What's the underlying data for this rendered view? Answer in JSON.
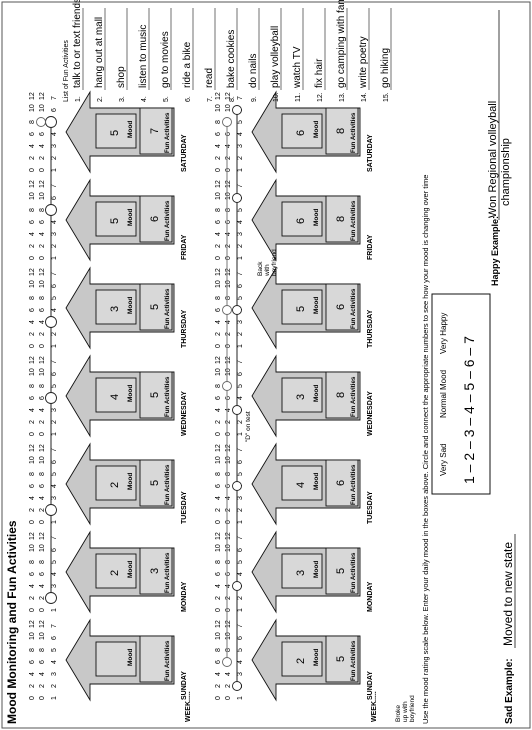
{
  "title": "Mood Monitoring and Fun Activities",
  "week_label": "WEEK",
  "days": [
    "SUNDAY",
    "MONDAY",
    "TUESDAY",
    "WEDNESDAY",
    "THURSDAY",
    "FRIDAY",
    "SATURDAY"
  ],
  "box_labels": {
    "mood": "Mood",
    "fun": "Fun Activities"
  },
  "scale_ticks": {
    "mood": [
      "1",
      "2",
      "3",
      "4",
      "5",
      "6",
      "7"
    ],
    "fun": [
      "0",
      "2",
      "4",
      "6",
      "8",
      "10",
      "12"
    ]
  },
  "weeks": [
    {
      "mood": [
        "",
        "2",
        "2",
        "4",
        "3",
        "5",
        "5"
      ],
      "fun": [
        "",
        "3",
        "5",
        "5",
        "5",
        "6",
        "7"
      ]
    },
    {
      "mood": [
        "2",
        "3",
        "4",
        "3",
        "5",
        "6",
        "6"
      ],
      "fun": [
        "5",
        "5",
        "6",
        "8",
        "6",
        "8",
        "8"
      ]
    }
  ],
  "annotations": [
    {
      "text": "Broke up with boyfriend"
    },
    {
      "text": "\"D\" on test"
    },
    {
      "text": "Back with boyfriend"
    }
  ],
  "instructions": "Use the mood rating scale below. Enter your daily mood in the boxes above. Circle and connect the appropriate numbers to see how your mood is changing over time",
  "rating_scale": {
    "very_sad": "Very Sad",
    "normal": "Normal Mood",
    "very_happy": "Very Happy",
    "sequence": "1 – 2 – 3 – 4 – 5 – 6 – 7"
  },
  "sad_example": {
    "label": "Sad Example:",
    "text": "Moved to new state"
  },
  "happy_example": {
    "label": "Happy Example:",
    "text": "Won Regional volleyball championship"
  },
  "activities": {
    "heading": "List of Fun Activities",
    "items": [
      "talk to or text friends",
      "hang out at mall",
      "shop",
      "listen to music",
      "go to movies",
      "ride a bike",
      "read",
      "bake cookies",
      "do nails",
      "play volleyball",
      "watch TV",
      "fix hair",
      "go camping with family",
      "write poetry",
      "go hiking"
    ]
  }
}
